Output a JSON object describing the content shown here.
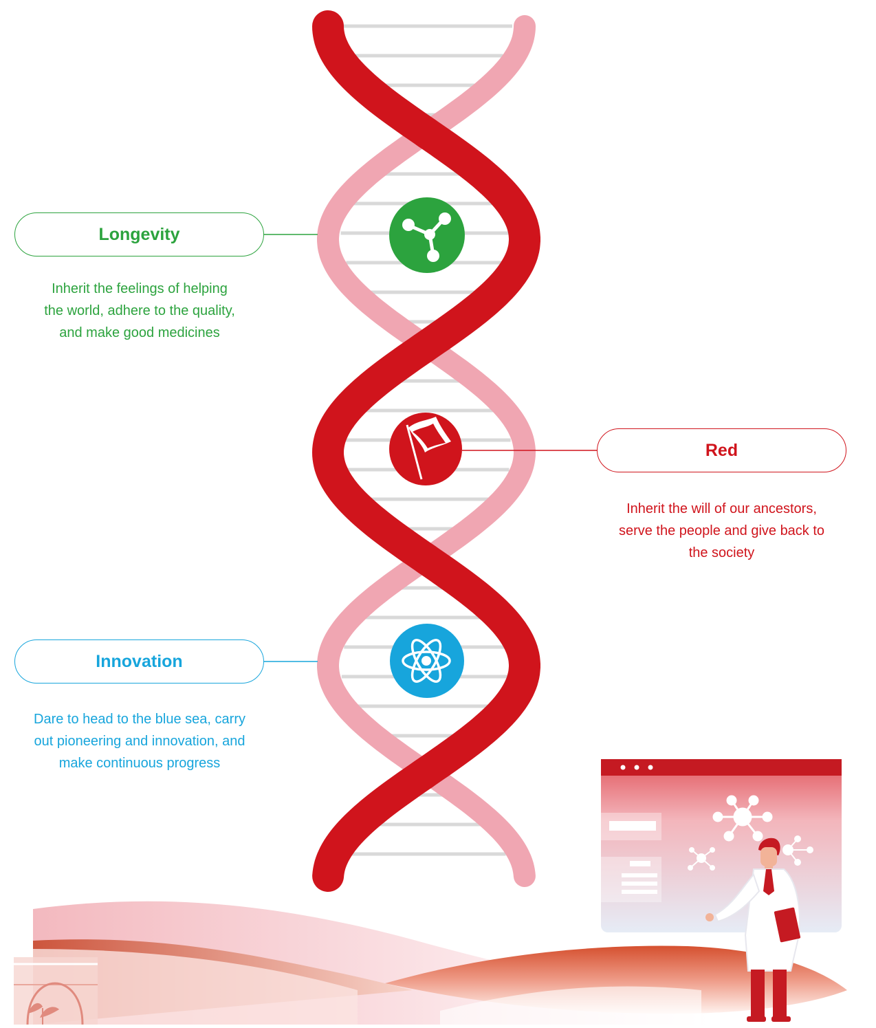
{
  "values": [
    {
      "id": "longevity",
      "title": "Longevity",
      "description_lines": [
        "Inherit the feelings of helping",
        "the world, adhere to the quality,",
        "and make good medicines"
      ],
      "color": "#2ca33e",
      "icon": "molecule-icon"
    },
    {
      "id": "red",
      "title": "Red",
      "description_lines": [
        "Inherit the will of our ancestors,",
        "serve the people and give back to",
        "the society"
      ],
      "color": "#d0141c",
      "icon": "flag-icon"
    },
    {
      "id": "innovation",
      "title": "Innovation",
      "description_lines": [
        "Dare to head to the blue sea, carry",
        "out pioneering and innovation, and",
        "make continuous progress"
      ],
      "color": "#17a5dc",
      "icon": "atom-icon"
    }
  ],
  "colors": {
    "strand_primary": "#d0141c",
    "strand_secondary": "#f0a6b2",
    "rungs": "#d9d9d9"
  }
}
